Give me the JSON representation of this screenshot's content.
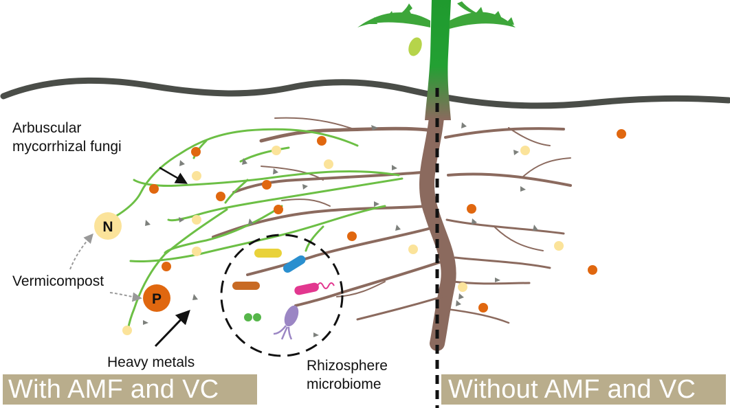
{
  "labels": {
    "amf": [
      "Arbuscular",
      "mycorrhizal fungi"
    ],
    "vermicompost": "Vermicompost",
    "heavy_metals": "Heavy metals",
    "microbiome": [
      "Rhizosphere",
      "microbiome"
    ],
    "nitrogen": "N",
    "phosphorus": "P"
  },
  "banners": {
    "left": "With AMF and VC",
    "right": "Without AMF and VC"
  },
  "colors": {
    "soil_line": "#4a4d48",
    "root": "#8b6a5e",
    "hyphae": "#6cbf45",
    "stem_top": "#1f9a2e",
    "stem_bottom": "#8b6a5e",
    "leaf": "#3da63a",
    "orange_particle": "#e0670f",
    "yellow_particle": "#fbe39a",
    "metal_particle": "#7d807c",
    "banner": "#b9ad8c"
  },
  "icons": {
    "plant": "seedling-icon",
    "divider": "dashed-divider",
    "microbes": [
      "rod-bacterium-yellow",
      "rod-bacterium-blue",
      "rod-bacterium-orange",
      "flagellated-bacterium-pink",
      "diplococcus-green",
      "protist-purple"
    ]
  }
}
